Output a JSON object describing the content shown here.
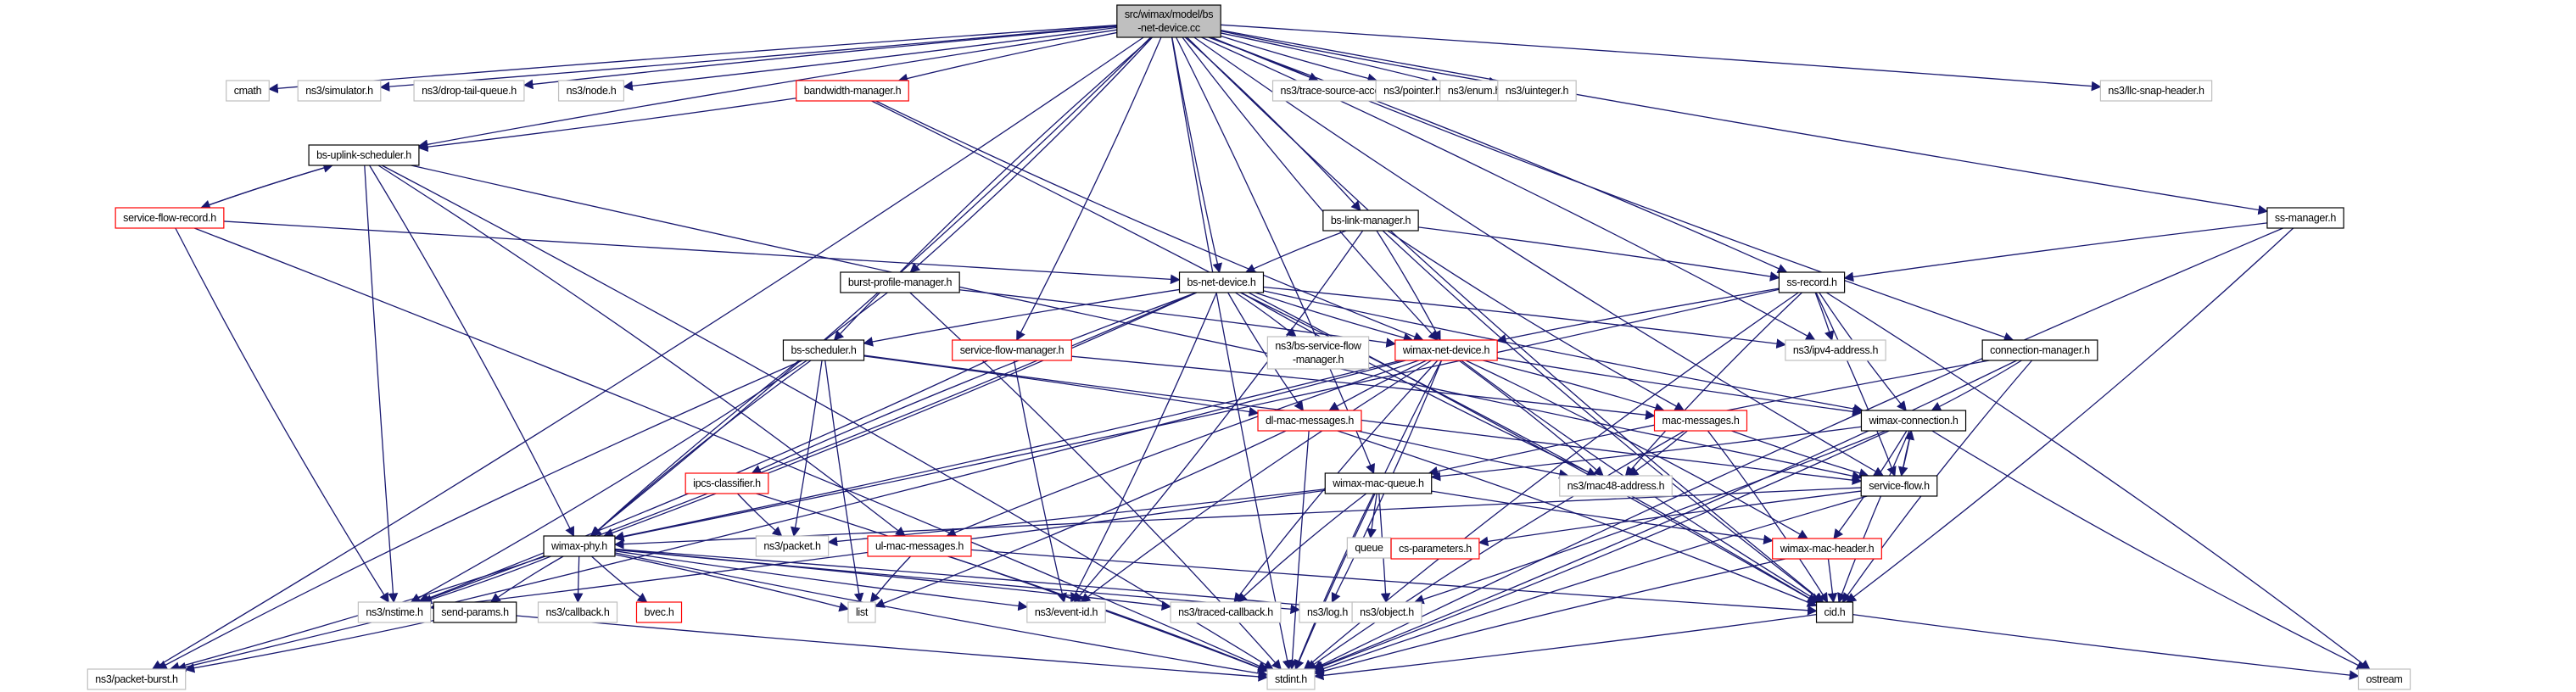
{
  "graph": {
    "title": "src/wimax/model/bs-net-device.cc include dependency graph",
    "colors": {
      "edge": "#191970",
      "root_fill": "#bfbfbf",
      "root_border": "#000000",
      "documented_border": "#000000",
      "undocumented_border": "#ff0000",
      "external_border": "#bfbfbf",
      "node_fill": "#ffffff"
    },
    "nodes": [
      {
        "id": "root",
        "label": [
          "src/wimax/model/bs",
          "-net-device.cc"
        ],
        "kind": "root"
      },
      {
        "id": "cmath",
        "label": [
          "cmath"
        ],
        "kind": "external"
      },
      {
        "id": "simulator",
        "label": [
          "ns3/simulator.h"
        ],
        "kind": "external"
      },
      {
        "id": "droptail",
        "label": [
          "ns3/drop-tail-queue.h"
        ],
        "kind": "external"
      },
      {
        "id": "node",
        "label": [
          "ns3/node.h"
        ],
        "kind": "external"
      },
      {
        "id": "bwmgr",
        "label": [
          "bandwidth-manager.h"
        ],
        "kind": "undocumented"
      },
      {
        "id": "tsa",
        "label": [
          "ns3/trace-source-accessor.h"
        ],
        "kind": "external"
      },
      {
        "id": "pointer",
        "label": [
          "ns3/pointer.h"
        ],
        "kind": "external"
      },
      {
        "id": "enum",
        "label": [
          "ns3/enum.h"
        ],
        "kind": "external"
      },
      {
        "id": "uinteger",
        "label": [
          "ns3/uinteger.h"
        ],
        "kind": "external"
      },
      {
        "id": "llc",
        "label": [
          "ns3/llc-snap-header.h"
        ],
        "kind": "external"
      },
      {
        "id": "bsuplink",
        "label": [
          "bs-uplink-scheduler.h"
        ],
        "kind": "documented"
      },
      {
        "id": "sfrecord",
        "label": [
          "service-flow-record.h"
        ],
        "kind": "undocumented"
      },
      {
        "id": "bslink",
        "label": [
          "bs-link-manager.h"
        ],
        "kind": "documented"
      },
      {
        "id": "ssmgr",
        "label": [
          "ss-manager.h"
        ],
        "kind": "documented"
      },
      {
        "id": "burst",
        "label": [
          "burst-profile-manager.h"
        ],
        "kind": "documented"
      },
      {
        "id": "bsnet",
        "label": [
          "bs-net-device.h"
        ],
        "kind": "documented"
      },
      {
        "id": "ssrecord",
        "label": [
          "ss-record.h"
        ],
        "kind": "documented"
      },
      {
        "id": "bssched",
        "label": [
          "bs-scheduler.h"
        ],
        "kind": "documented"
      },
      {
        "id": "sfmgr",
        "label": [
          "service-flow-manager.h"
        ],
        "kind": "undocumented"
      },
      {
        "id": "bssfm",
        "label": [
          "ns3/bs-service-flow",
          "-manager.h"
        ],
        "kind": "external"
      },
      {
        "id": "wimaxnet",
        "label": [
          "wimax-net-device.h"
        ],
        "kind": "undocumented"
      },
      {
        "id": "ipv4",
        "label": [
          "ns3/ipv4-address.h"
        ],
        "kind": "external"
      },
      {
        "id": "connmgr",
        "label": [
          "connection-manager.h"
        ],
        "kind": "documented"
      },
      {
        "id": "dlmac",
        "label": [
          "dl-mac-messages.h"
        ],
        "kind": "undocumented"
      },
      {
        "id": "macmsg",
        "label": [
          "mac-messages.h"
        ],
        "kind": "undocumented"
      },
      {
        "id": "wimaxconn",
        "label": [
          "wimax-connection.h"
        ],
        "kind": "documented"
      },
      {
        "id": "ipcs",
        "label": [
          "ipcs-classifier.h"
        ],
        "kind": "undocumented"
      },
      {
        "id": "macqueue",
        "label": [
          "wimax-mac-queue.h"
        ],
        "kind": "documented"
      },
      {
        "id": "mac48",
        "label": [
          "ns3/mac48-address.h"
        ],
        "kind": "external"
      },
      {
        "id": "sflow",
        "label": [
          "service-flow.h"
        ],
        "kind": "documented"
      },
      {
        "id": "wimaxphy",
        "label": [
          "wimax-phy.h"
        ],
        "kind": "documented"
      },
      {
        "id": "packet",
        "label": [
          "ns3/packet.h"
        ],
        "kind": "external"
      },
      {
        "id": "ulmac",
        "label": [
          "ul-mac-messages.h"
        ],
        "kind": "undocumented"
      },
      {
        "id": "queue",
        "label": [
          "queue"
        ],
        "kind": "external"
      },
      {
        "id": "csparam",
        "label": [
          "cs-parameters.h"
        ],
        "kind": "undocumented"
      },
      {
        "id": "macheader",
        "label": [
          "wimax-mac-header.h"
        ],
        "kind": "undocumented"
      },
      {
        "id": "nstime",
        "label": [
          "ns3/nstime.h"
        ],
        "kind": "external"
      },
      {
        "id": "sendparams",
        "label": [
          "send-params.h"
        ],
        "kind": "documented"
      },
      {
        "id": "callback",
        "label": [
          "ns3/callback.h"
        ],
        "kind": "external"
      },
      {
        "id": "bvec",
        "label": [
          "bvec.h"
        ],
        "kind": "undocumented"
      },
      {
        "id": "list",
        "label": [
          "list"
        ],
        "kind": "external"
      },
      {
        "id": "eventid",
        "label": [
          "ns3/event-id.h"
        ],
        "kind": "external"
      },
      {
        "id": "traced",
        "label": [
          "ns3/traced-callback.h"
        ],
        "kind": "external"
      },
      {
        "id": "log",
        "label": [
          "ns3/log.h"
        ],
        "kind": "external"
      },
      {
        "id": "object",
        "label": [
          "ns3/object.h"
        ],
        "kind": "external"
      },
      {
        "id": "cid",
        "label": [
          "cid.h"
        ],
        "kind": "documented"
      },
      {
        "id": "packetburst",
        "label": [
          "ns3/packet-burst.h"
        ],
        "kind": "external"
      },
      {
        "id": "stdint",
        "label": [
          "stdint.h"
        ],
        "kind": "external"
      },
      {
        "id": "ostream",
        "label": [
          "ostream"
        ],
        "kind": "external"
      }
    ],
    "edges": [
      [
        "root",
        "cmath"
      ],
      [
        "root",
        "simulator"
      ],
      [
        "root",
        "droptail"
      ],
      [
        "root",
        "node"
      ],
      [
        "root",
        "bwmgr"
      ],
      [
        "root",
        "tsa"
      ],
      [
        "root",
        "pointer"
      ],
      [
        "root",
        "enum"
      ],
      [
        "root",
        "uinteger"
      ],
      [
        "root",
        "llc"
      ],
      [
        "root",
        "bsuplink"
      ],
      [
        "root",
        "bslink"
      ],
      [
        "root",
        "ssmgr"
      ],
      [
        "root",
        "burst"
      ],
      [
        "root",
        "bsnet"
      ],
      [
        "root",
        "ssrecord"
      ],
      [
        "root",
        "bssched"
      ],
      [
        "root",
        "sfmgr"
      ],
      [
        "root",
        "wimaxnet"
      ],
      [
        "root",
        "ipv4"
      ],
      [
        "root",
        "connmgr"
      ],
      [
        "root",
        "wimaxphy"
      ],
      [
        "root",
        "sflow"
      ],
      [
        "root",
        "packetburst"
      ],
      [
        "root",
        "stdint"
      ],
      [
        "root",
        "macqueue"
      ],
      [
        "root",
        "cid"
      ],
      [
        "bwmgr",
        "bsuplink"
      ],
      [
        "bwmgr",
        "wimaxnet"
      ],
      [
        "bwmgr",
        "cid"
      ],
      [
        "bsuplink",
        "sfrecord"
      ],
      [
        "bsuplink",
        "wimaxphy"
      ],
      [
        "bsuplink",
        "nstime"
      ],
      [
        "bsuplink",
        "ulmac"
      ],
      [
        "bsuplink",
        "sflow"
      ],
      [
        "bsuplink",
        "stdint"
      ],
      [
        "sfrecord",
        "bsuplink"
      ],
      [
        "sfrecord",
        "bsnet"
      ],
      [
        "sfrecord",
        "nstime"
      ],
      [
        "sfrecord",
        "stdint"
      ],
      [
        "bslink",
        "bsnet"
      ],
      [
        "bslink",
        "wimaxnet"
      ],
      [
        "bslink",
        "macmsg"
      ],
      [
        "bslink",
        "eventid"
      ],
      [
        "bslink",
        "cid"
      ],
      [
        "bslink",
        "ssrecord"
      ],
      [
        "ssmgr",
        "ssrecord"
      ],
      [
        "ssmgr",
        "cid"
      ],
      [
        "ssmgr",
        "stdint"
      ],
      [
        "burst",
        "wimaxnet"
      ],
      [
        "burst",
        "wimaxphy"
      ],
      [
        "burst",
        "stdint"
      ],
      [
        "bsnet",
        "wimaxnet"
      ],
      [
        "bsnet",
        "bssfm"
      ],
      [
        "bsnet",
        "dlmac"
      ],
      [
        "bsnet",
        "ipv4"
      ],
      [
        "bsnet",
        "mac48"
      ],
      [
        "bsnet",
        "wimaxphy"
      ],
      [
        "bsnet",
        "bssched"
      ],
      [
        "bsnet",
        "eventid"
      ],
      [
        "bsnet",
        "wimaxconn"
      ],
      [
        "bsnet",
        "nstime"
      ],
      [
        "bsnet",
        "ipcs"
      ],
      [
        "bsnet",
        "cid"
      ],
      [
        "ssrecord",
        "wimaxnet"
      ],
      [
        "ssrecord",
        "ipv4"
      ],
      [
        "ssrecord",
        "mac48"
      ],
      [
        "ssrecord",
        "sflow"
      ],
      [
        "ssrecord",
        "wimaxconn"
      ],
      [
        "ssrecord",
        "ostream"
      ],
      [
        "ssrecord",
        "stdint"
      ],
      [
        "ssrecord",
        "wimaxphy"
      ],
      [
        "bssched",
        "wimaxphy"
      ],
      [
        "bssched",
        "dlmac"
      ],
      [
        "bssched",
        "sflow"
      ],
      [
        "bssched",
        "packet"
      ],
      [
        "bssched",
        "list"
      ],
      [
        "bssched",
        "nstime"
      ],
      [
        "bssched",
        "packetburst"
      ],
      [
        "sfmgr",
        "macmsg"
      ],
      [
        "sfmgr",
        "eventid"
      ],
      [
        "sfmgr",
        "nstime"
      ],
      [
        "wimaxnet",
        "dlmac"
      ],
      [
        "wimaxnet",
        "macmsg"
      ],
      [
        "wimaxnet",
        "wimaxconn"
      ],
      [
        "wimaxnet",
        "mac48"
      ],
      [
        "wimaxnet",
        "ulmac"
      ],
      [
        "wimaxnet",
        "wimaxphy"
      ],
      [
        "wimaxnet",
        "traced"
      ],
      [
        "wimaxnet",
        "log"
      ],
      [
        "wimaxnet",
        "eventid"
      ],
      [
        "wimaxnet",
        "macheader"
      ],
      [
        "wimaxnet",
        "cid"
      ],
      [
        "wimaxnet",
        "packetburst"
      ],
      [
        "wimaxnet",
        "stdint"
      ],
      [
        "connmgr",
        "wimaxconn"
      ],
      [
        "connmgr",
        "cid"
      ],
      [
        "connmgr",
        "stdint"
      ],
      [
        "connmgr",
        "macqueue"
      ],
      [
        "dlmac",
        "list"
      ],
      [
        "dlmac",
        "stdint"
      ],
      [
        "dlmac",
        "cid"
      ],
      [
        "dlmac",
        "mac48"
      ],
      [
        "macmsg",
        "mac48"
      ],
      [
        "macmsg",
        "sflow"
      ],
      [
        "macmsg",
        "cid"
      ],
      [
        "macmsg",
        "stdint"
      ],
      [
        "wimaxconn",
        "macqueue"
      ],
      [
        "wimaxconn",
        "sflow"
      ],
      [
        "wimaxconn",
        "macheader"
      ],
      [
        "wimaxconn",
        "cid"
      ],
      [
        "wimaxconn",
        "object"
      ],
      [
        "wimaxconn",
        "ostream"
      ],
      [
        "wimaxconn",
        "stdint"
      ],
      [
        "ipcs",
        "packet"
      ],
      [
        "ipcs",
        "stdint"
      ],
      [
        "macqueue",
        "queue"
      ],
      [
        "macqueue",
        "packet"
      ],
      [
        "macqueue",
        "traced"
      ],
      [
        "macqueue",
        "object"
      ],
      [
        "macqueue",
        "macheader"
      ],
      [
        "macqueue",
        "nstime"
      ],
      [
        "macqueue",
        "stdint"
      ],
      [
        "sflow",
        "wimaxconn"
      ],
      [
        "sflow",
        "csparam"
      ],
      [
        "sflow",
        "wimaxphy"
      ],
      [
        "sflow",
        "stdint"
      ],
      [
        "wimaxphy",
        "nstime"
      ],
      [
        "wimaxphy",
        "sendparams"
      ],
      [
        "wimaxphy",
        "callback"
      ],
      [
        "wimaxphy",
        "bvec"
      ],
      [
        "wimaxphy",
        "list"
      ],
      [
        "wimaxphy",
        "eventid"
      ],
      [
        "wimaxphy",
        "traced"
      ],
      [
        "wimaxphy",
        "log"
      ],
      [
        "wimaxphy",
        "object"
      ],
      [
        "wimaxphy",
        "stdint"
      ],
      [
        "wimaxphy",
        "packetburst"
      ],
      [
        "ulmac",
        "list"
      ],
      [
        "ulmac",
        "stdint"
      ],
      [
        "ulmac",
        "cid"
      ],
      [
        "macheader",
        "cid"
      ],
      [
        "macheader",
        "stdint"
      ],
      [
        "sendparams",
        "packetburst"
      ],
      [
        "sendparams",
        "stdint"
      ],
      [
        "cid",
        "stdint"
      ],
      [
        "cid",
        "ostream"
      ]
    ]
  }
}
